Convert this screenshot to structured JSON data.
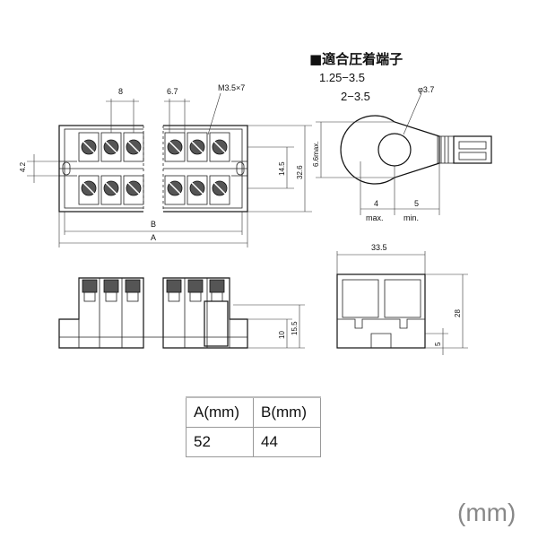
{
  "crimp_terminal": {
    "title": "■適合圧着端子",
    "size1": "1.25−3.5",
    "size2": "2−3.5",
    "hole_dia": "φ3.7",
    "width_label": "6.6max.",
    "dim_left": "4",
    "dim_left_sub": "max.",
    "dim_right": "5",
    "dim_right_sub": "min."
  },
  "top_view": {
    "pitch1": "8",
    "pitch2": "6.7",
    "screw": "M3.5×7",
    "height_small": "4.2",
    "height_mid": "14.5",
    "height_total": "32.6",
    "label_b": "B",
    "label_a": "A"
  },
  "front_view": {
    "h10": "10",
    "h15": "15.5"
  },
  "side_view": {
    "width": "33.5",
    "height": "28",
    "foot": "5"
  },
  "dims_table": {
    "headers": [
      "A(mm)",
      "B(mm)"
    ],
    "values": [
      "52",
      "44"
    ]
  },
  "unit_label": "(mm)"
}
